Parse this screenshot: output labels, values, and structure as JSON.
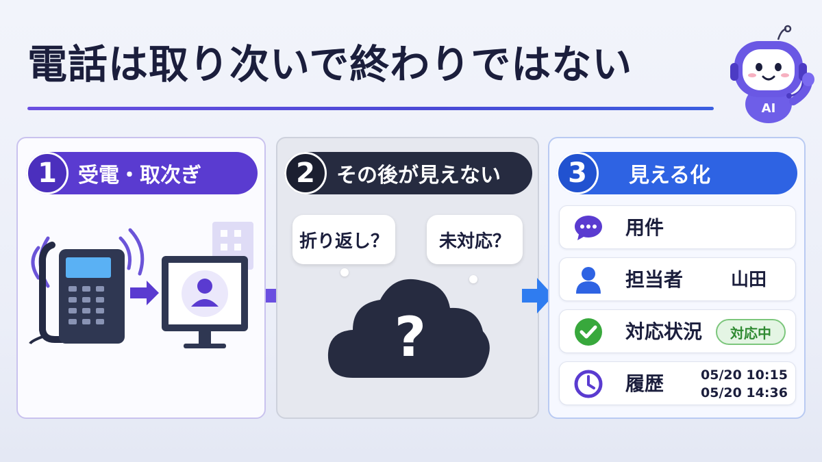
{
  "title": "電話は取り次いで終わりではない",
  "mascot": {
    "badge": "AI"
  },
  "panels": [
    {
      "number": "1",
      "label": "受電・取次ぎ"
    },
    {
      "number": "2",
      "label": "その後が見えない",
      "bubbles": [
        "折り返し？",
        "未対応？"
      ],
      "cloud_mark": "?"
    },
    {
      "number": "3",
      "label": "見える化"
    }
  ],
  "rows": [
    {
      "label": "用件",
      "icon": "chat-bubble-icon"
    },
    {
      "label": "担当者",
      "value": "山田",
      "icon": "person-icon"
    },
    {
      "label": "対応状況",
      "status": "対応中",
      "icon": "check-circle-icon"
    },
    {
      "label": "履歴",
      "times": [
        "05/20 10:15",
        "05/20 14:36"
      ],
      "icon": "clock-icon"
    }
  ],
  "colors": {
    "purple": "#5a3bd0",
    "dark": "#262b40",
    "blue": "#2e63e3",
    "green": "#2f8a32"
  }
}
